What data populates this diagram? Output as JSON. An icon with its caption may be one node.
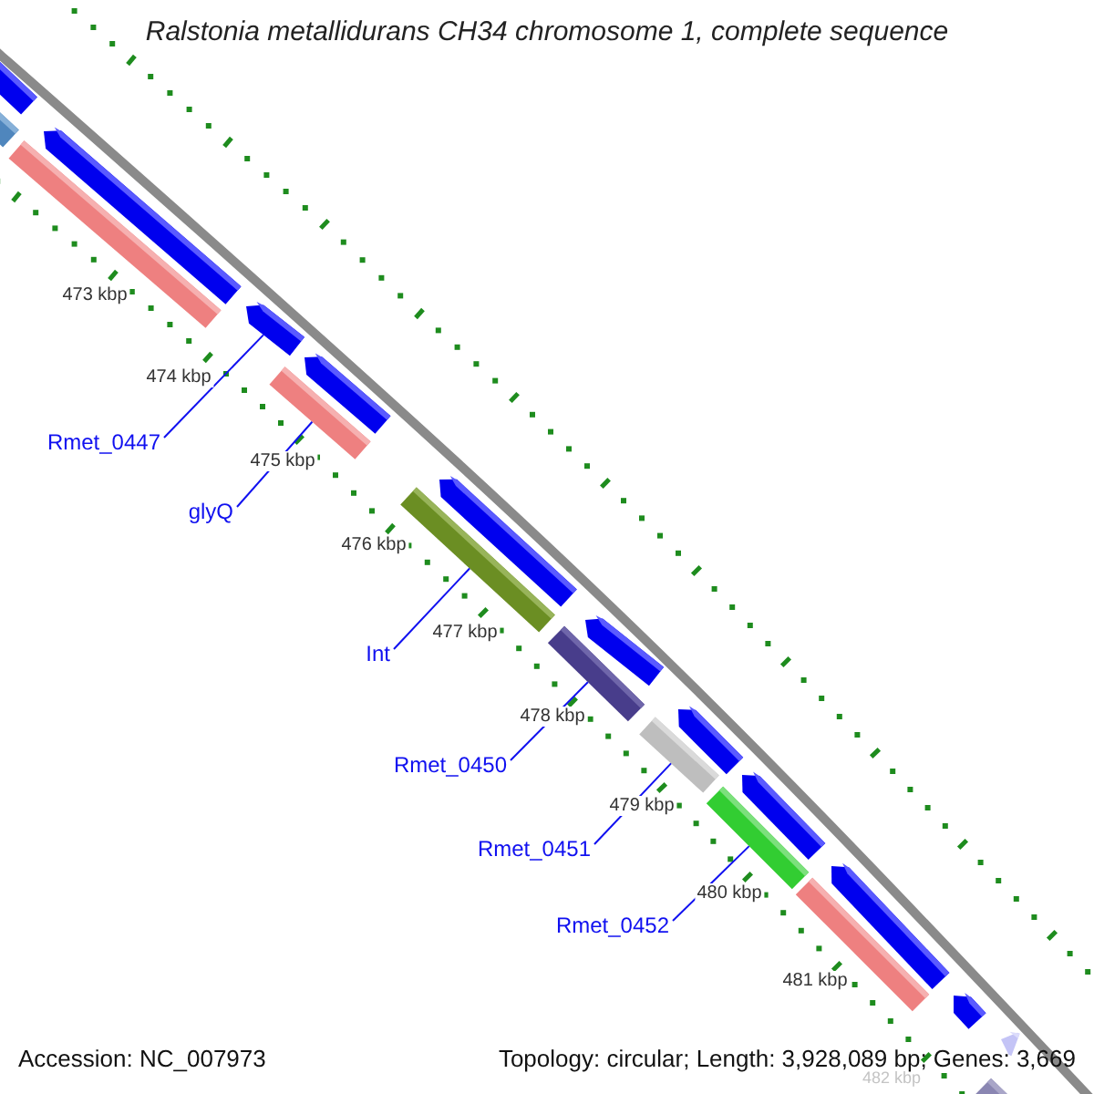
{
  "diagram": {
    "title": "Ralstonia metallidurans CH34 chromosome 1, complete sequence",
    "nodes": [
      {
        "text": [],
        "shape": "pentagon"
      },
      {
        "text": [],
        "shape": "bar"
      },
      {
        "text": [],
        "shape": "pentagon"
      },
      {
        "text": [],
        "shape": "bar"
      },
      {
        "text": [],
        "shape": "pentagon"
      },
      {
        "text": [],
        "shape": "pentagon"
      },
      {
        "text": [],
        "shape": "bar"
      },
      {
        "text": [],
        "shape": "pentagon"
      },
      {
        "text": [],
        "shape": "bar"
      },
      {
        "text": [],
        "shape": "pentagon"
      },
      {
        "text": [],
        "shape": "bar"
      },
      {
        "text": [],
        "shape": "pentagon"
      },
      {
        "text": [],
        "shape": "bar"
      },
      {
        "text": [],
        "shape": "pentagon"
      },
      {
        "text": [],
        "shape": "bar"
      },
      {
        "text": [],
        "shape": "pentagon"
      },
      {
        "text": [],
        "shape": "bar"
      },
      {
        "text": [],
        "shape": "pentagon"
      },
      {
        "text": [],
        "shape": "pentagon"
      },
      {
        "text": [],
        "shape": "bar"
      },
      {
        "text": [
          "Rmet_0447"
        ]
      },
      {
        "text": [
          "glyQ"
        ]
      },
      {
        "text": [
          "Int"
        ]
      },
      {
        "text": [
          "Rmet_0450"
        ]
      },
      {
        "text": [
          "Rmet_0451"
        ]
      },
      {
        "text": [
          "Rmet_0452"
        ]
      }
    ],
    "edges": [
      {
        "from": 20,
        "to": 4,
        "arrow": "none"
      },
      {
        "from": 21,
        "to": 6,
        "arrow": "none"
      },
      {
        "from": 22,
        "to": 8,
        "arrow": "none"
      },
      {
        "from": 23,
        "to": 10,
        "arrow": "none"
      },
      {
        "from": 24,
        "to": 12,
        "arrow": "none"
      },
      {
        "from": 25,
        "to": 14,
        "arrow": "none"
      }
    ],
    "labels": [
      "473 kbp",
      "474 kbp",
      "475 kbp",
      "476 kbp",
      "477 kbp",
      "478 kbp",
      "479 kbp",
      "480 kbp",
      "481 kbp",
      "482 kbp",
      "Accession: NC_007973",
      "Topology: circular; Length: 3,928,089 bp; Genes: 3,669"
    ]
  }
}
